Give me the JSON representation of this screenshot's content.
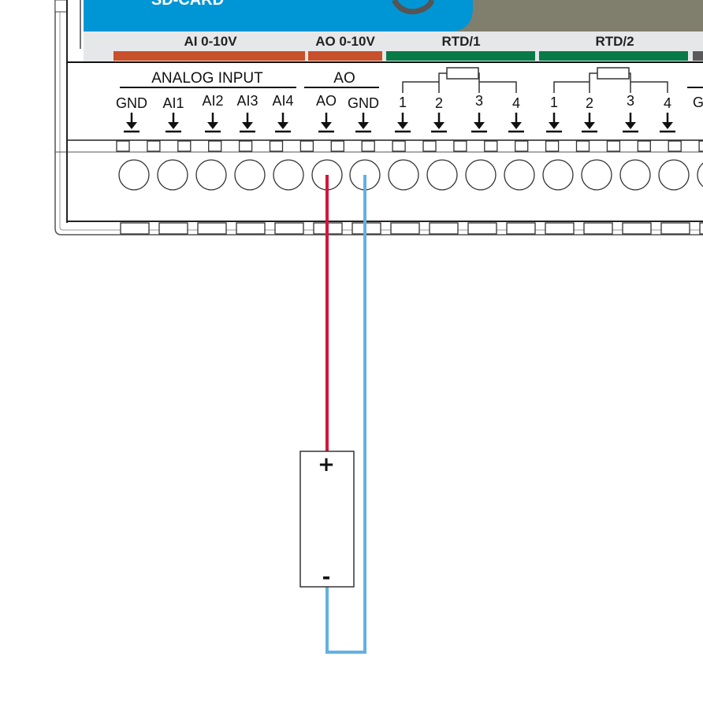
{
  "device": {
    "panel_text": "SD-CARD",
    "colors": {
      "blue": "#0096d6",
      "olive": "#807e6c",
      "orange": "#c8502a",
      "green": "#087a48",
      "gray": "#5a5a5a",
      "band": "#e6e7e9"
    },
    "bands": [
      {
        "label": "AI 0-10V",
        "color": "#c8502a"
      },
      {
        "label": "AO 0-10V",
        "color": "#c8502a"
      },
      {
        "label": "RTD/1",
        "color": "#087a48"
      },
      {
        "label": "RTD/2",
        "color": "#087a48"
      }
    ],
    "groups": [
      {
        "label": "ANALOG INPUT"
      },
      {
        "label": "AO"
      }
    ],
    "terminals": [
      "GND",
      "AI1",
      "AI2",
      "AI3",
      "AI4",
      "AO",
      "GND",
      "1",
      "2",
      "3",
      "4",
      "1",
      "2",
      "3",
      "4",
      "G"
    ]
  },
  "load": {
    "plus": "+",
    "minus": "-"
  },
  "wires": {
    "signal_color": "#d2163c",
    "ground_color": "#63b1e2"
  }
}
